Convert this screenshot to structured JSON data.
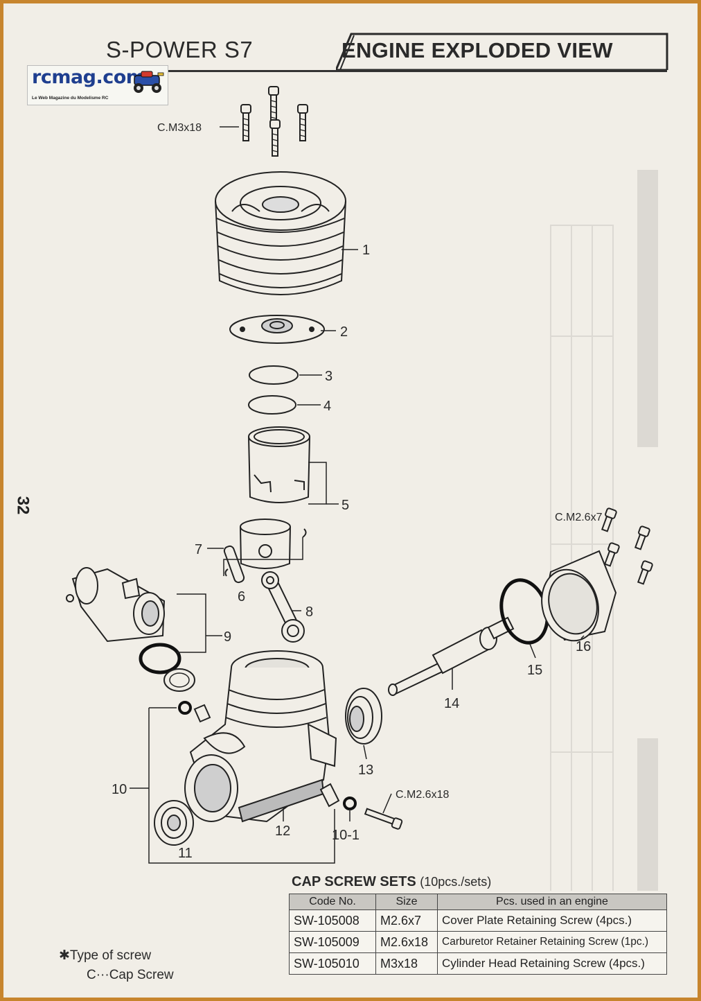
{
  "header": {
    "model_title": "S-POWER S7",
    "view_title": "ENGINE EXPLODED VIEW",
    "page_number": "32"
  },
  "logo": {
    "text": "rcmag.com",
    "tagline": "Le Web Magazine du Modelisme RC"
  },
  "callouts": {
    "c1": "1",
    "c2": "2",
    "c3": "3",
    "c4": "4",
    "c5": "5",
    "c6": "6",
    "c7": "7",
    "c8": "8",
    "c9": "9",
    "c10": "10",
    "c10_1": "10-1",
    "c11": "11",
    "c12": "12",
    "c13": "13",
    "c14": "14",
    "c15": "15",
    "c16": "16",
    "screw_head": "C.M3x18",
    "screw_carb": "C.M2.6x18",
    "screw_cover": "C.M2.6x7"
  },
  "cap_screw_sets": {
    "title": "CAP SCREW SETS",
    "unit": "(10pcs./sets)",
    "headers": [
      "Code No.",
      "Size",
      "Pcs. used in an engine"
    ],
    "rows": [
      [
        "SW-105008",
        "M2.6x7",
        "Cover Plate Retaining Screw (4pcs.)"
      ],
      [
        "SW-105009",
        "M2.6x18",
        "Carburetor Retainer Retaining Screw (1pc.)"
      ],
      [
        "SW-105010",
        "M3x18",
        "Cylinder Head Retaining Screw (4pcs.)"
      ]
    ]
  },
  "note": {
    "line1": "✱Type of screw",
    "line2": "C···Cap Screw"
  },
  "colors": {
    "frame": "#c7852e",
    "paper": "#f1eee7",
    "ink": "#2a2a2a",
    "logo_blue": "#1f3f8f"
  }
}
